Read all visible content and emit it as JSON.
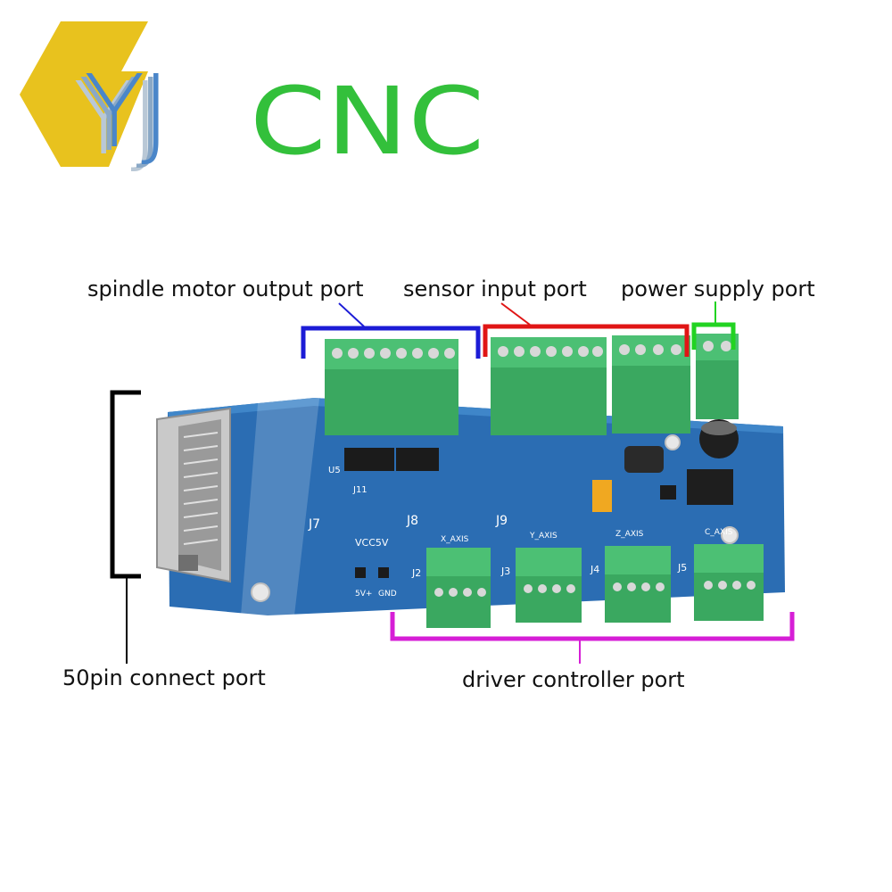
{
  "logo": {
    "letters_yj": "YJ",
    "letters_cnc": "CNC",
    "colors": {
      "hexagon": "#e8c21e",
      "yj": "#4a86c9",
      "cnc": "#33c03b"
    }
  },
  "callouts": {
    "spindle": {
      "text": "spindle motor output port",
      "color": "#1c1cd6"
    },
    "sensor": {
      "text": "sensor input port",
      "color": "#e01515"
    },
    "power": {
      "text": "power supply port",
      "color": "#22d322"
    },
    "pin50": {
      "text": "50pin connect port",
      "color": "#000000"
    },
    "driver": {
      "text": "driver controller port",
      "color": "#d61ed6"
    }
  },
  "board": {
    "pcb_color": "#2b6db3",
    "terminal_color": "#3aa860",
    "silk": {
      "x_axis": "X_AXIS",
      "y_axis": "Y_AXIS",
      "z_axis": "Z_AXIS",
      "c_axis": "C_AXIS",
      "j2": "J2",
      "j3": "J3",
      "j4": "J4",
      "j5": "J5",
      "j7": "J7",
      "j8": "J8",
      "j9": "J9",
      "j11": "J11",
      "u5": "U5",
      "vcc": "VCC5V",
      "gnd": "GND",
      "plus5v": "5V+"
    }
  }
}
